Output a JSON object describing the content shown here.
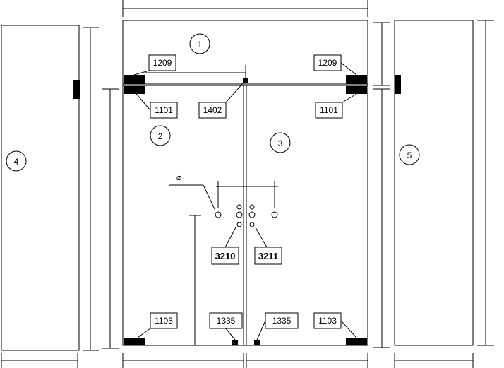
{
  "labels": {
    "l1209_left": "1209",
    "l1209_right": "1209",
    "l1101_left": "1101",
    "l1101_right": "1101",
    "l1402": "1402",
    "l1103_left": "1103",
    "l1103_right": "1103",
    "l1335_left": "1335",
    "l1335_right": "1335",
    "l3210": "3210",
    "l3211": "3211"
  },
  "callouts": {
    "c1": "1",
    "c2": "2",
    "c3": "3",
    "c4": "4",
    "c5": "5"
  },
  "diameter_symbol": "⌀"
}
